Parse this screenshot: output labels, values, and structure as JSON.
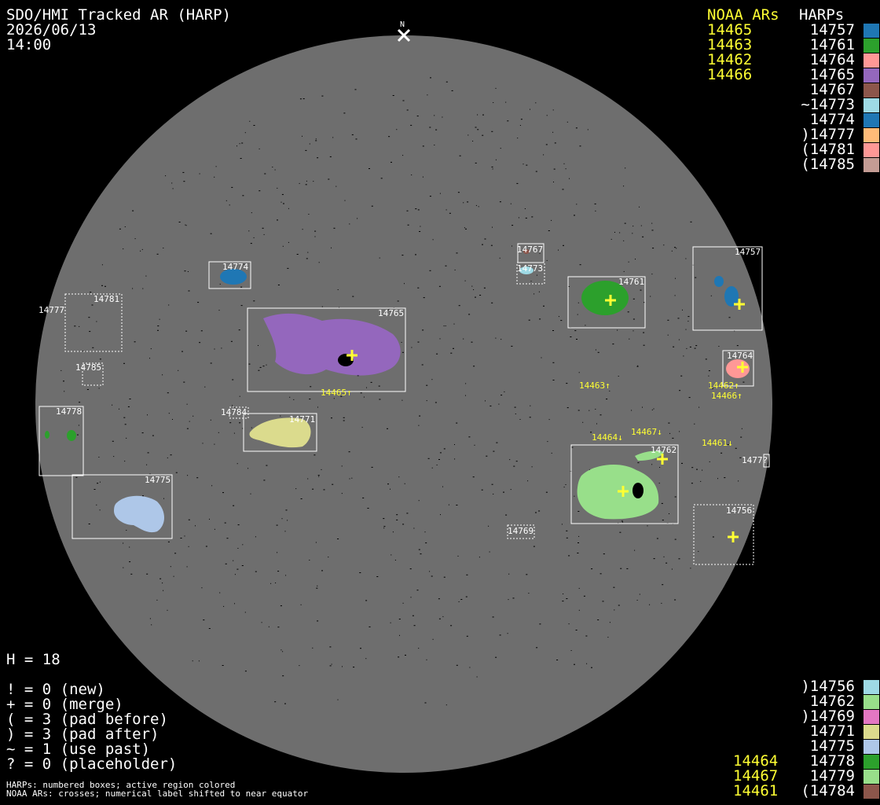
{
  "header": {
    "title": "SDO/HMI Tracked AR (HARP)",
    "date": "2026/06/13",
    "time": "14:00",
    "north": "N"
  },
  "legend_top": {
    "noaa_title": "NOAA ARs",
    "harps_title": "HARPs",
    "noaa": [
      "14465",
      "14463",
      "14462",
      "14466"
    ],
    "harps": [
      {
        "label": "14757",
        "color": "#1f77b4"
      },
      {
        "label": "14761",
        "color": "#2ca02c"
      },
      {
        "label": "14764",
        "color": "#ff9896"
      },
      {
        "label": "14765",
        "color": "#9467bd"
      },
      {
        "label": "14767",
        "color": "#8c564b"
      },
      {
        "label": "~14773",
        "color": "#9edae5"
      },
      {
        "label": "14774",
        "color": "#1f77b4"
      },
      {
        "label": ")14777",
        "color": "#ffbb78"
      },
      {
        "label": "(14781",
        "color": "#ff9896"
      },
      {
        "label": "(14785",
        "color": "#c49c94"
      }
    ]
  },
  "legend_bottom": {
    "noaa": [
      "14464",
      "14467",
      "14461"
    ],
    "harps": [
      {
        "label": ")14756",
        "color": "#9edae5"
      },
      {
        "label": "14762",
        "color": "#98df8a"
      },
      {
        "label": ")14769",
        "color": "#e377c2"
      },
      {
        "label": "14771",
        "color": "#dbdb8d"
      },
      {
        "label": "14775",
        "color": "#aec7e8"
      },
      {
        "label": "14778",
        "color": "#2ca02c"
      },
      {
        "label": "14779",
        "color": "#98df8a"
      },
      {
        "label": "(14784",
        "color": "#8c564b"
      }
    ]
  },
  "stats": {
    "h": "H = 18",
    "new": "! = 0 (new)",
    "merge": "+ = 0 (merge)",
    "pad_before": "( = 3 (pad before)",
    "pad_after": ") = 3 (pad after)",
    "use_past": "~ = 1 (use past)",
    "placeholder": "? = 0 (placeholder)"
  },
  "footer": {
    "line1": "HARPs: numbered boxes; active region colored",
    "line2": "NOAA ARs: crosses; numerical label shifted to near equator"
  },
  "disk": {
    "color": "#6e6e6e"
  },
  "harp_labels": {
    "h14757": "14757",
    "h14761": "14761",
    "h14764": "14764",
    "h14765": "14765",
    "h14767": "14767",
    "h14773": "14773",
    "h14774": "14774",
    "h14777": "14777",
    "h14781": "14781",
    "h14785": "14785",
    "h14778": "14778",
    "h14784": "14784",
    "h14771": "14771",
    "h14775": "14775",
    "h14762": "14762",
    "h14756": "14756",
    "h14769": "14769",
    "h14779": "1477?"
  },
  "noaa_labels": {
    "n14465": "14465↑",
    "n14463": "14463↑",
    "n14462": "14462↑",
    "n14466": "14466↑",
    "n14464": "14464↓",
    "n14467": "14467↓",
    "n14461": "14461↓"
  }
}
